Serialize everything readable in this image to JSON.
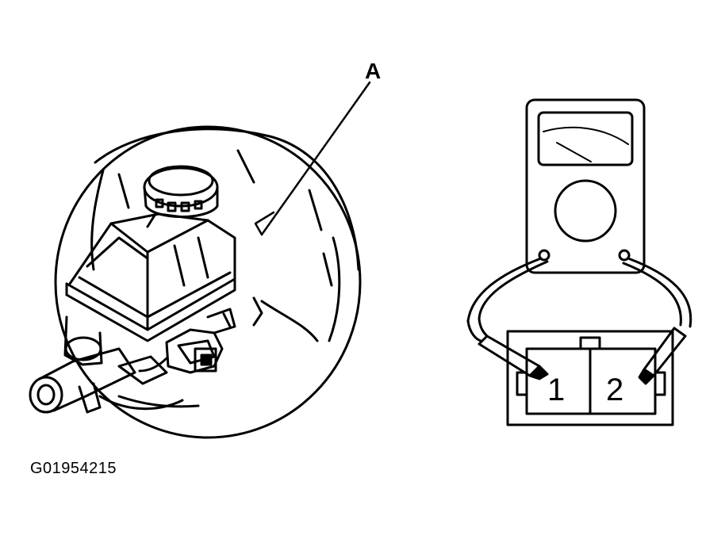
{
  "callout_label": "A",
  "figure_id": "G01954215",
  "connector": {
    "terminals": [
      "1",
      "2"
    ]
  }
}
